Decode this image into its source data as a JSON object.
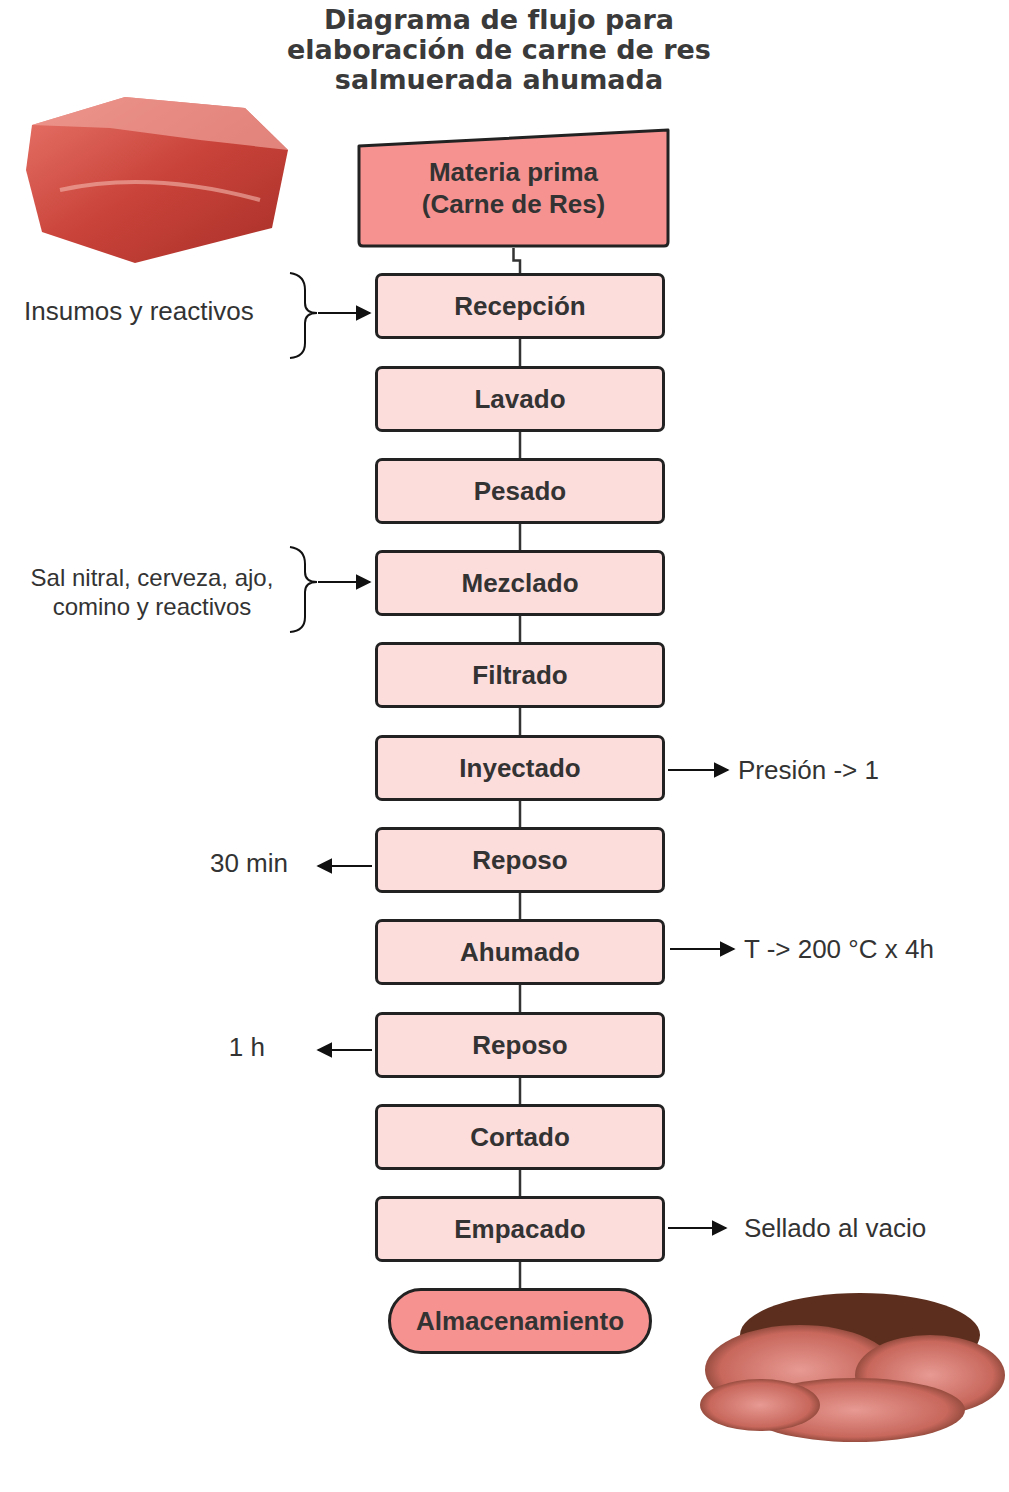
{
  "diagram": {
    "title": "Diagrama de flujo para elaboración de carne de res salmuerada ahumada",
    "nodes": [
      {
        "text": [
          "Materia prima (Carne de Res)"
        ]
      },
      {
        "text": [
          "Recepción"
        ]
      },
      {
        "text": [
          "Lavado"
        ]
      },
      {
        "text": [
          "Pesado"
        ]
      },
      {
        "text": [
          "Mezclado"
        ]
      },
      {
        "text": [
          "Filtrado"
        ]
      },
      {
        "text": [
          "Inyectado"
        ]
      },
      {
        "text": [
          "Reposo"
        ]
      },
      {
        "text": [
          "Ahumado"
        ]
      },
      {
        "text": [
          "Reposo"
        ]
      },
      {
        "text": [
          "Cortado"
        ]
      },
      {
        "text": [
          "Empacado"
        ]
      },
      {
        "text": [
          "Almacenamiento"
        ]
      }
    ],
    "edges": [
      {
        "from": 0,
        "to": 1,
        "arrow": "none"
      },
      {
        "from": 1,
        "to": 2,
        "arrow": "none"
      },
      {
        "from": 2,
        "to": 3,
        "arrow": "none"
      },
      {
        "from": 3,
        "to": 4,
        "arrow": "none"
      },
      {
        "from": 4,
        "to": 5,
        "arrow": "none"
      },
      {
        "from": 5,
        "to": 6,
        "arrow": "none"
      },
      {
        "from": 6,
        "to": 7,
        "arrow": "none"
      },
      {
        "from": 7,
        "to": 8,
        "arrow": "none"
      },
      {
        "from": 8,
        "to": 9,
        "arrow": "none"
      },
      {
        "from": 9,
        "to": 10,
        "arrow": "none"
      },
      {
        "from": 10,
        "to": 11,
        "arrow": "none"
      },
      {
        "from": 11,
        "to": 12,
        "arrow": "none"
      }
    ],
    "labels": [
      "Insumos y reactivos",
      "Sal nitral, cerveza, ajo, comino y reactivos",
      "Presión -> 1",
      "30 min",
      "T -> 200 °C x 4h",
      "1 h",
      "Sellado al vacio"
    ]
  }
}
